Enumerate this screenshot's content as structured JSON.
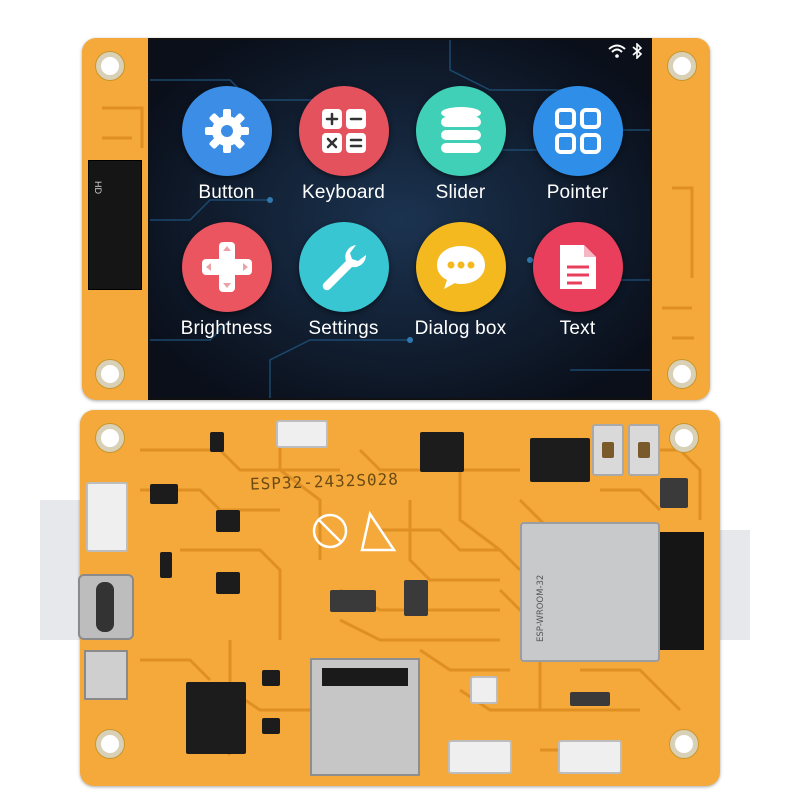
{
  "apps": [
    {
      "label": "Button",
      "icon": "gear-icon",
      "color": "#3b8de6"
    },
    {
      "label": "Keyboard",
      "icon": "calculator-icon",
      "color": "#e4525d"
    },
    {
      "label": "Slider",
      "icon": "database-icon",
      "color": "#3fd0b7"
    },
    {
      "label": "Pointer",
      "icon": "grid-icon",
      "color": "#2f8fe8"
    },
    {
      "label": "Brightness",
      "icon": "dpad-icon",
      "color": "#ea5560"
    },
    {
      "label": "Settings",
      "icon": "wrench-icon",
      "color": "#39c6d3"
    },
    {
      "label": "Dialog box",
      "icon": "chat-icon",
      "color": "#f4b91e"
    },
    {
      "label": "Text",
      "icon": "document-icon",
      "color": "#e93f5c"
    }
  ],
  "board": {
    "model": "ESP32-2432S028",
    "module_label": "ESP-WROOM-32",
    "fpc_label": "HD"
  },
  "colors": {
    "pcb": "#f4a93a",
    "screen_bg": "#0d1422",
    "trace": "#e08f22"
  }
}
